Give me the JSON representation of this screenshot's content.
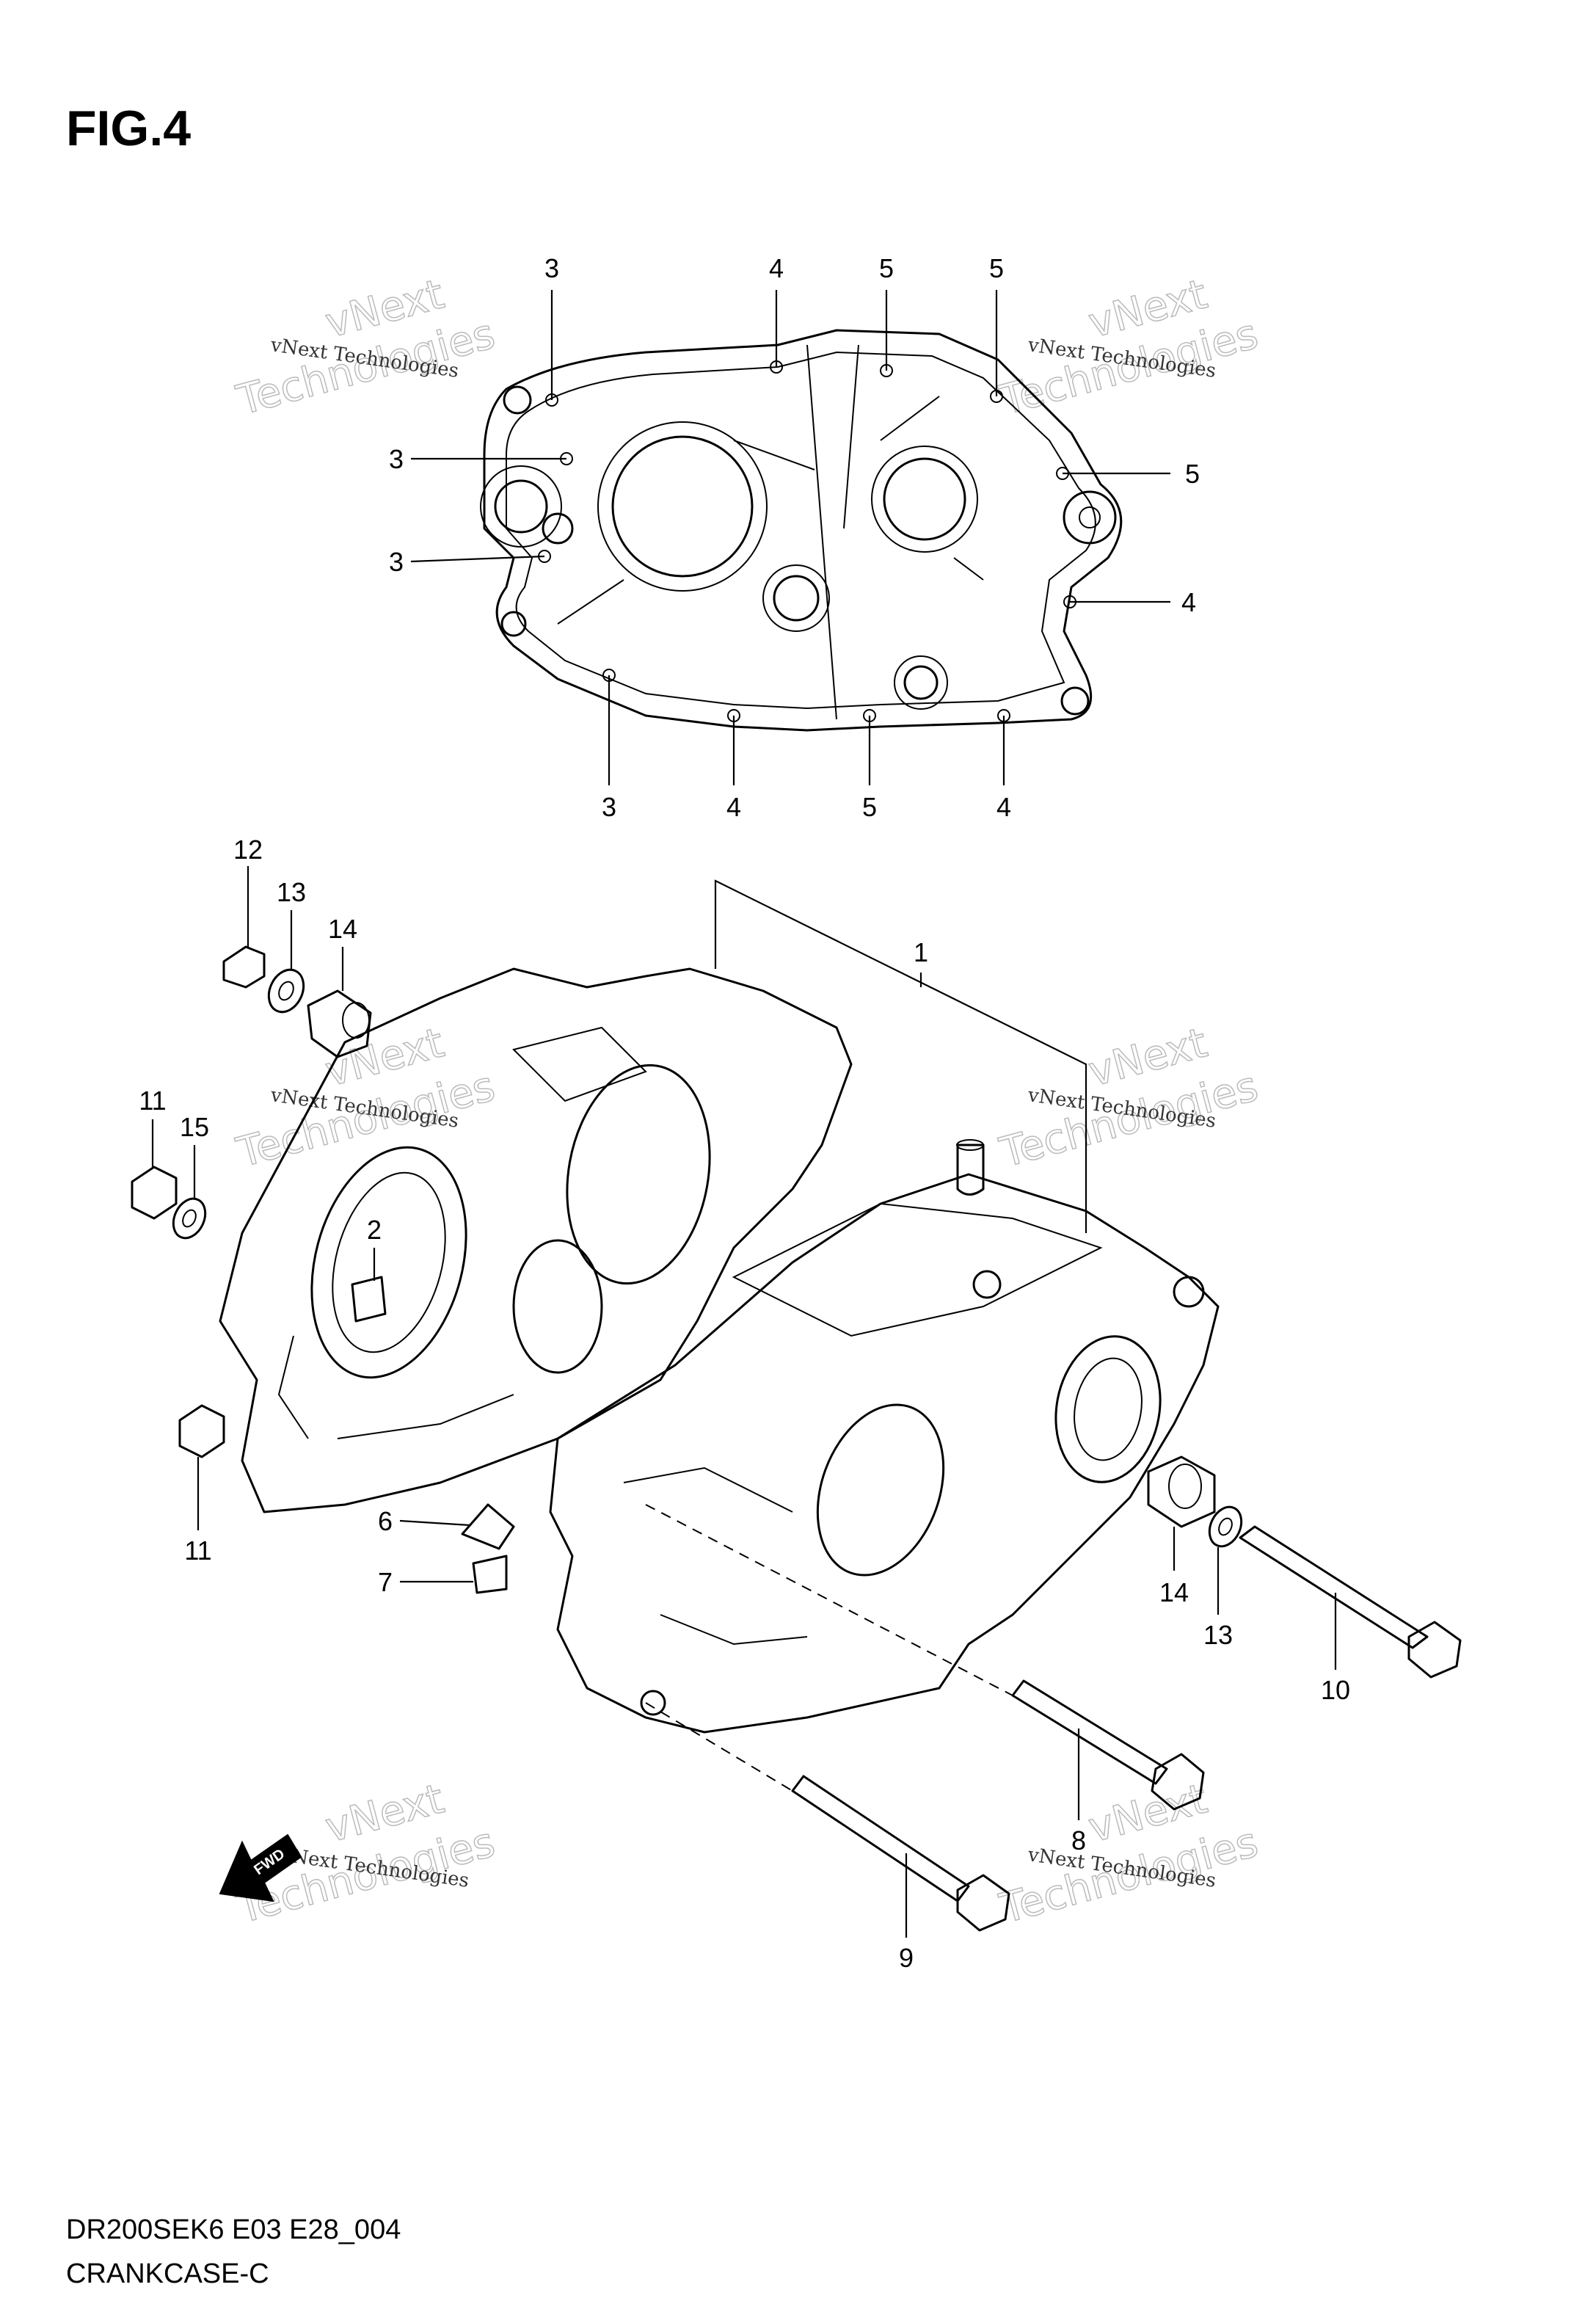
{
  "figure": {
    "title": "FIG.4",
    "model_code": "DR200SEK6 E03 E28_004",
    "section_name": "CRANKCASE-C"
  },
  "watermark": {
    "line1": "vNext Technologies",
    "line2": "Technologies",
    "line3": "vNext"
  },
  "callouts": {
    "top": [
      {
        "id": "t1",
        "label": "3"
      },
      {
        "id": "t2",
        "label": "4"
      },
      {
        "id": "t3",
        "label": "5"
      },
      {
        "id": "t4",
        "label": "5"
      },
      {
        "id": "t5",
        "label": "3"
      },
      {
        "id": "t6",
        "label": "5"
      },
      {
        "id": "t7",
        "label": "3"
      },
      {
        "id": "t8",
        "label": "4"
      },
      {
        "id": "t9",
        "label": "3"
      },
      {
        "id": "t10",
        "label": "4"
      },
      {
        "id": "t11",
        "label": "5"
      },
      {
        "id": "t12",
        "label": "4"
      }
    ],
    "bottom": [
      {
        "id": "b1",
        "label": "12"
      },
      {
        "id": "b2",
        "label": "13"
      },
      {
        "id": "b3",
        "label": "14"
      },
      {
        "id": "b4",
        "label": "1"
      },
      {
        "id": "b5",
        "label": "11"
      },
      {
        "id": "b6",
        "label": "15"
      },
      {
        "id": "b7",
        "label": "2"
      },
      {
        "id": "b8",
        "label": "11"
      },
      {
        "id": "b9",
        "label": "6"
      },
      {
        "id": "b10",
        "label": "7"
      },
      {
        "id": "b11",
        "label": "14"
      },
      {
        "id": "b12",
        "label": "13"
      },
      {
        "id": "b13",
        "label": "10"
      },
      {
        "id": "b14",
        "label": "8"
      },
      {
        "id": "b15",
        "label": "9"
      }
    ]
  },
  "fwd_arrow_label": "FWD"
}
